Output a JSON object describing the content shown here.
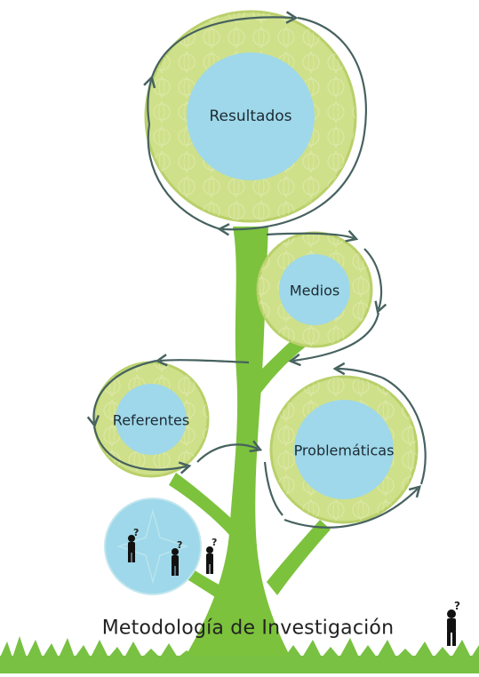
{
  "title": "Metodología de Investigación",
  "nodes": {
    "resultados": "Resultados",
    "medios": "Medios",
    "referentes": "Referentes",
    "problematicas": "Problemáticas"
  },
  "figures": {
    "question_mark": "?"
  },
  "colors": {
    "leaf_green": "#cfe08a",
    "leaf_green_edge": "#b9d06a",
    "core_blue": "#9ed8ea",
    "trunk_green": "#7cc23c",
    "grass_green": "#78c142",
    "arrow": "#46625f",
    "person": "#111111"
  }
}
